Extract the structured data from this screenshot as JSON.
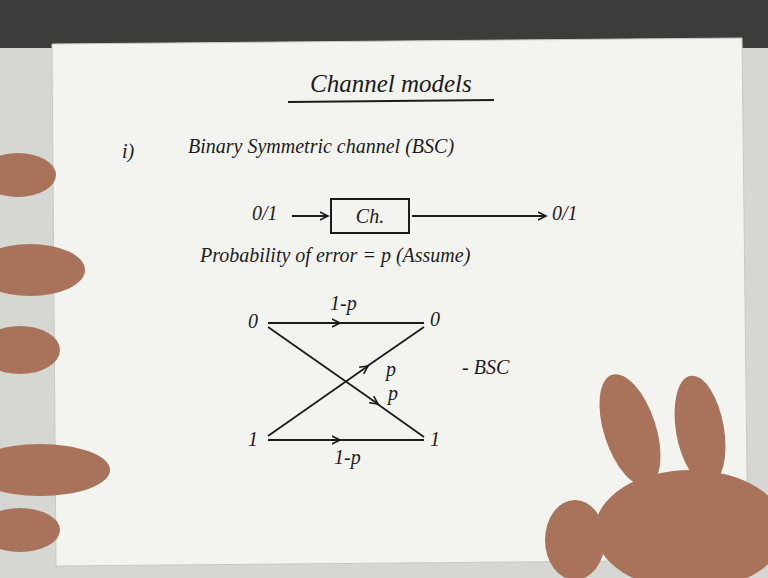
{
  "diagram": {
    "title": "Channel models",
    "nodes": [
      {
        "text": [
          "Ch."
        ]
      }
    ],
    "labels": [
      "i)",
      "Binary Symmetric channel (BSC)",
      "0/1",
      "0/1",
      "Probability of error = p (Assume)",
      "0",
      "0",
      "1",
      "1",
      "1-p",
      "p",
      "p",
      "1-p",
      "- BSC"
    ]
  }
}
